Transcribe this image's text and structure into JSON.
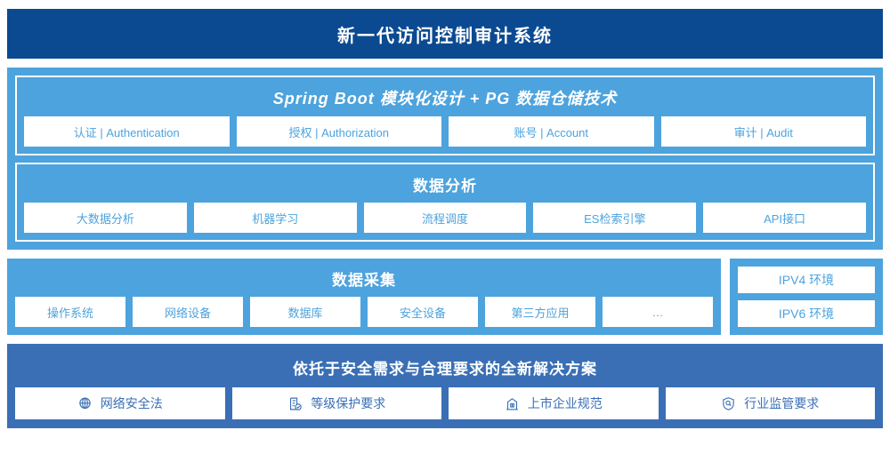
{
  "header": {
    "title": "新一代访问控制审计系统"
  },
  "architecture": {
    "modules_panel": {
      "title": "Spring Boot 模块化设计 + PG 数据仓储技术",
      "items": [
        "认证 | Authentication",
        "授权 | Authorization",
        "账号 | Account",
        "审计 | Audit"
      ]
    },
    "analysis_panel": {
      "title": "数据分析",
      "items": [
        "大数据分析",
        "机器学习",
        "流程调度",
        "ES检索引擎",
        "API接口"
      ]
    }
  },
  "collection": {
    "title": "数据采集",
    "items": [
      "操作系统",
      "网络设备",
      "数据库",
      "安全设备",
      "第三方应用",
      "…"
    ]
  },
  "ip_environment": {
    "items": [
      "IPV4 环境",
      "IPV6 环境"
    ]
  },
  "compliance": {
    "title": "依托于安全需求与合理要求的全新解决方案",
    "items": [
      {
        "label": "网络安全法",
        "icon": "globe-icon"
      },
      {
        "label": "等级保护要求",
        "icon": "document-check-icon"
      },
      {
        "label": "上市企业规范",
        "icon": "bank-building-icon"
      },
      {
        "label": "行业监管要求",
        "icon": "shield-search-icon"
      }
    ]
  },
  "colors": {
    "header_navy": "#0b4a91",
    "panel_light_blue": "#4da3dd",
    "panel_medium_blue": "#3a6fb5",
    "chip_background": "#ffffff"
  }
}
